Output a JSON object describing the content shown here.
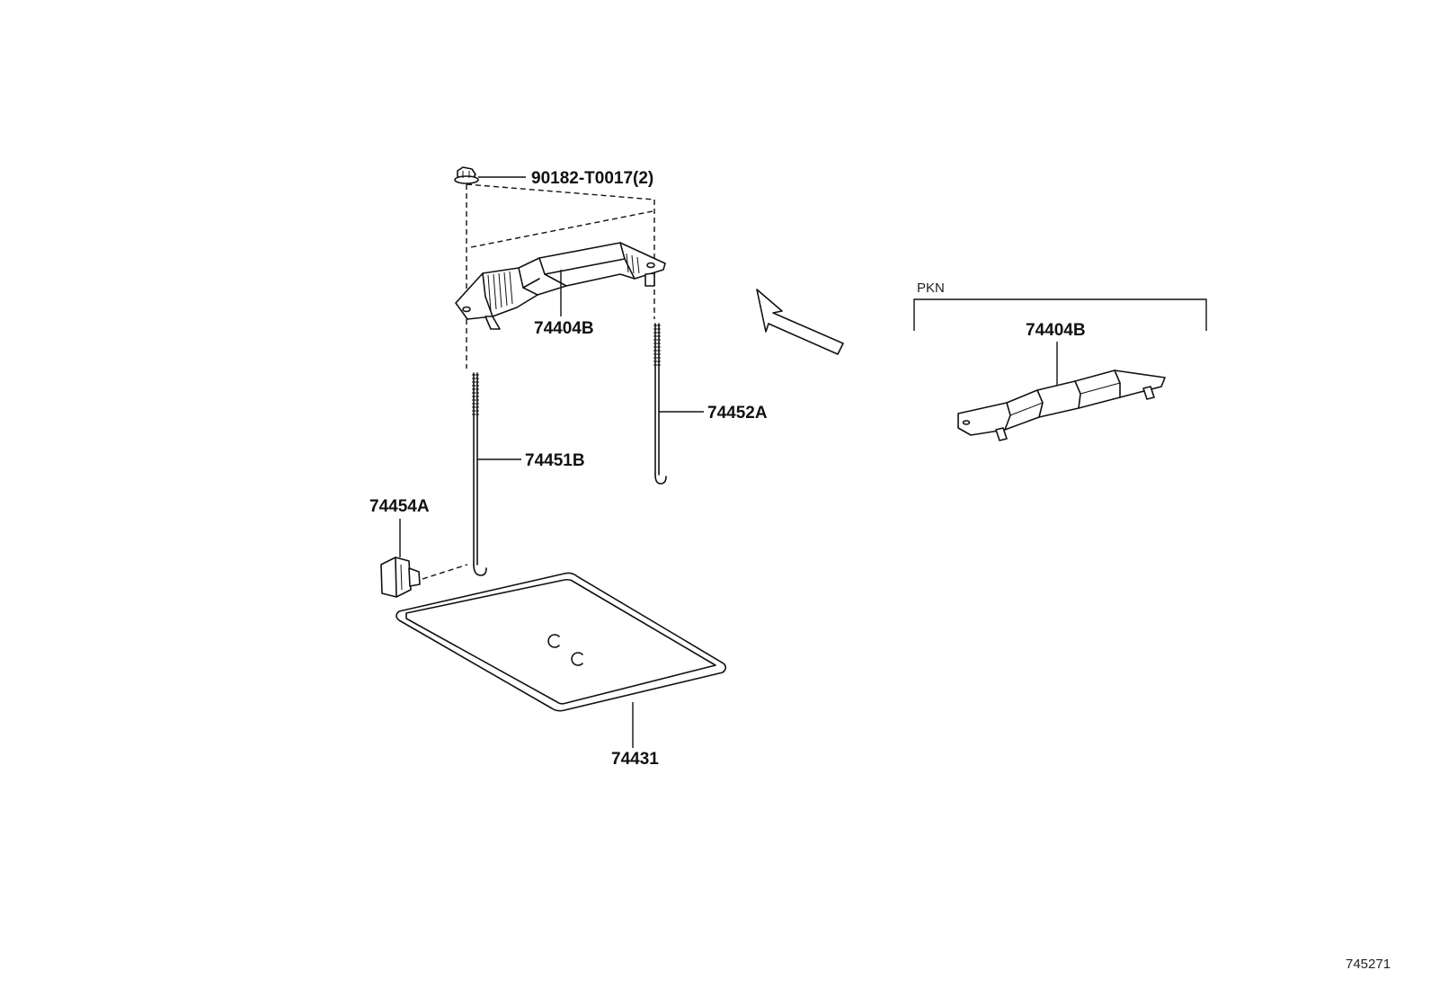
{
  "diagram": {
    "labels": {
      "bolt": "90182-T0017(2)",
      "clamp_main": "74404B",
      "rod_right": "74452A",
      "rod_left": "74451B",
      "hook_block": "74454A",
      "tray": "74431",
      "variant_code": "PKN",
      "clamp_variant": "74404B",
      "figure_number": "745271"
    }
  }
}
